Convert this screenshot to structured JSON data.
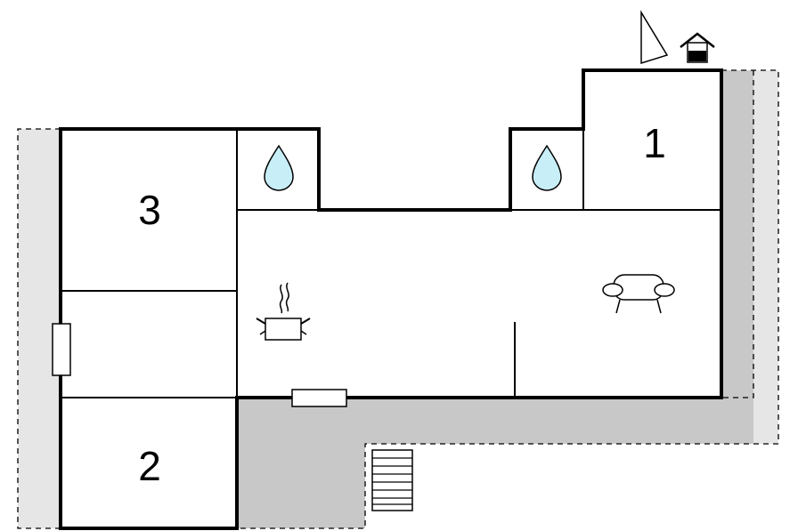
{
  "plan": {
    "rooms": [
      {
        "id": "room-1",
        "label": "1"
      },
      {
        "id": "room-2",
        "label": "2"
      },
      {
        "id": "room-3",
        "label": "3"
      }
    ],
    "icons": [
      "water-drop-icon",
      "water-drop-icon",
      "cooking-pot-icon",
      "sofa-icon",
      "north-arrow-icon",
      "house-entrance-icon",
      "stairs-icon",
      "window-icon",
      "window-icon"
    ],
    "colors": {
      "wall": "#000000",
      "terrace_dark": "#c8c8c8",
      "terrace_light": "#e6e6e6",
      "water": "#c8eef8",
      "background": "#ffffff"
    }
  }
}
